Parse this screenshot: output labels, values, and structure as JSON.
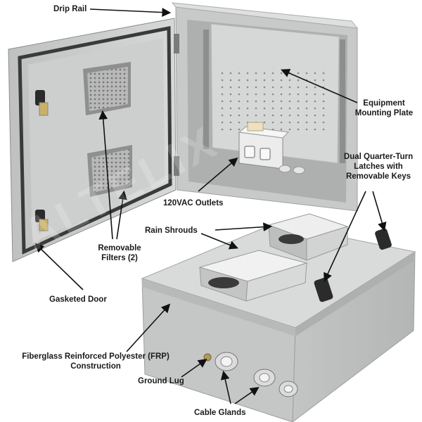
{
  "callouts": {
    "drip_rail": "Drip Rail",
    "equipment_plate_line1": "Equipment",
    "equipment_plate_line2": "Mounting Plate",
    "latches_line1": "Dual Quarter-Turn",
    "latches_line2": "Latches with",
    "latches_line3": "Removable Keys",
    "outlets": "120VAC Outlets",
    "rain_shrouds": "Rain Shrouds",
    "filters_line1": "Removable",
    "filters_line2": "Filters (2)",
    "gasketed_door": "Gasketed Door",
    "frp_line1": "Fiberglass Reinforced Polyester (FRP)",
    "frp_line2": "Construction",
    "ground_lug": "Ground Lug",
    "cable_glands": "Cable Glands"
  },
  "watermark": "ALTELIX",
  "colors": {
    "enclosure_gray": "#c9cbca",
    "plate_gray": "#d6d8d8",
    "dark_latch": "#2b2b2b",
    "arrow": "#111111"
  }
}
